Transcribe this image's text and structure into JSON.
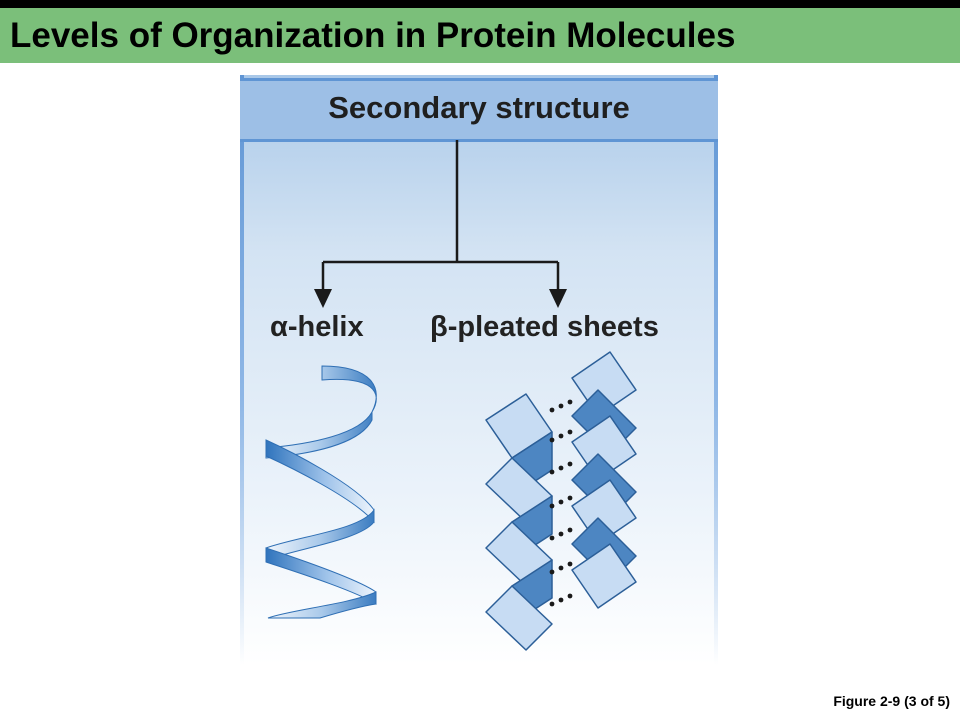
{
  "slide": {
    "title": "Levels of Organization in Protein Molecules",
    "caption": "Figure 2-9 (3 of 5)"
  },
  "figure": {
    "heading": "Secondary structure",
    "branches": [
      {
        "label": "α-helix"
      },
      {
        "label": "β-pleated sheets"
      }
    ]
  },
  "colors": {
    "title_bar": "#7bbf7a",
    "panel_header": "#9dbfe6",
    "panel_border": "#5f95d4",
    "helix_dark": "#3f82c4",
    "sheet_light": "#c7dcf3",
    "sheet_dark": "#4d86c2"
  }
}
